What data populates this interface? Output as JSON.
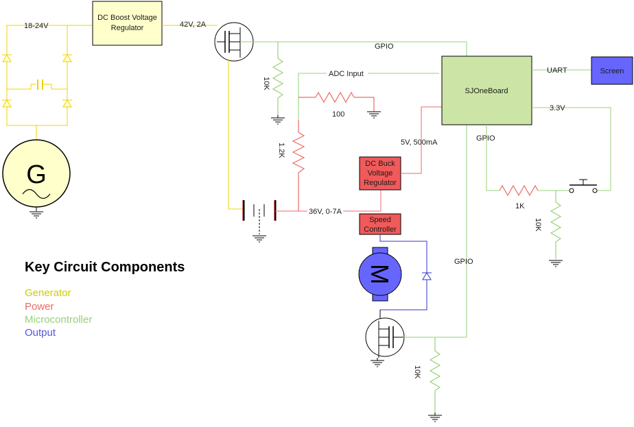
{
  "colors": {
    "generator": "#f0d000",
    "power": "#ea6b66",
    "micro": "#97d077",
    "output": "#3333cc",
    "yellow_fill": "#ffffcc",
    "red_fill": "#f05a5a",
    "green_fill": "#cce5a6",
    "blue_fill": "#6666ff",
    "black": "#000000"
  },
  "components": {
    "boost_regulator": "DC Boost Voltage Regulator",
    "boost_line1": "DC Boost Voltage",
    "boost_line2": "Regulator",
    "sjone": "SJOneBoard",
    "screen": "Screen",
    "buck_line1": "DC Buck",
    "buck_line2": "Voltage",
    "buck_line3": "Regulator",
    "speed_line1": "Speed",
    "speed_line2": "Controller",
    "generator_symbol": "G",
    "motor_symbol": "M"
  },
  "labels": {
    "input_voltage": "18-24V",
    "boost_output": "42V, 2A",
    "gpio_top": "GPIO",
    "adc_input": "ADC Input",
    "uart": "UART",
    "v33": "3.3V",
    "buck_output": "5V, 500mA",
    "gpio_right": "GPIO",
    "gpio_bottom": "GPIO",
    "battery_output": "36V, 0-7A",
    "r_10k_top": "10K",
    "r_100": "100",
    "r_12k": "1.2K",
    "r_1k": "1K",
    "r_10k_right": "10K",
    "r_10k_bottom": "10K"
  },
  "legend": {
    "title": "Key Circuit Components",
    "items": [
      {
        "label": "Generator",
        "color": "#cccc00"
      },
      {
        "label": "Power",
        "color": "#ea6b66"
      },
      {
        "label": "Microcontroller",
        "color": "#97d077"
      },
      {
        "label": "Output",
        "color": "#5555dd"
      }
    ]
  }
}
